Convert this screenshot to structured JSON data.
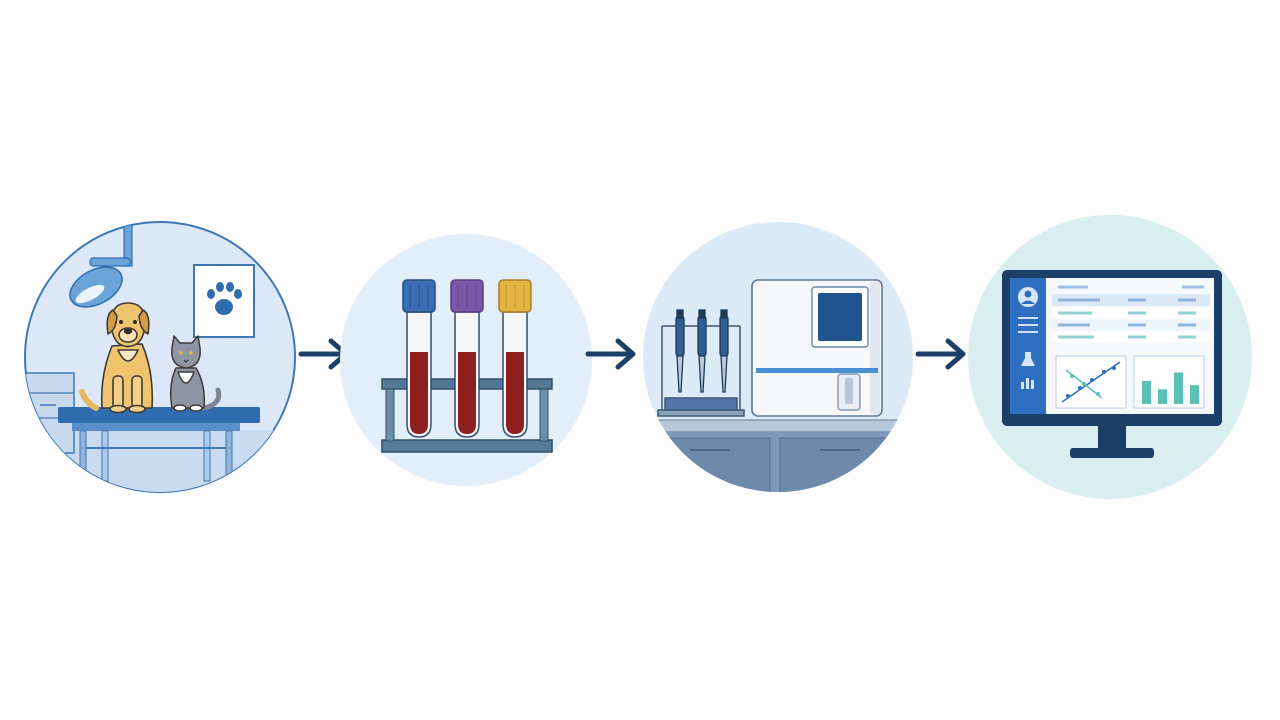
{
  "diagram": {
    "stages": [
      {
        "id": "vet-clinic",
        "background": "#dce8f7",
        "border": "#3f78b4"
      },
      {
        "id": "blood-samples",
        "background": "#e2eef9",
        "border": "none"
      },
      {
        "id": "lab-analysis",
        "background": "#dceaf7",
        "border": "none"
      },
      {
        "id": "results-dashboard",
        "background": "#d9efef",
        "border": "none"
      }
    ],
    "arrows": 3,
    "tube_caps": [
      "#3c6fb8",
      "#7b57a8",
      "#e3b442"
    ],
    "blood_color": "#8e1f1f",
    "accent": "#1b3f66",
    "bar_chart_values": [
      0.55,
      0.35,
      0.75,
      0.45
    ],
    "icons": [
      "paw-icon",
      "user-icon",
      "flask-icon",
      "chart-icon"
    ]
  }
}
